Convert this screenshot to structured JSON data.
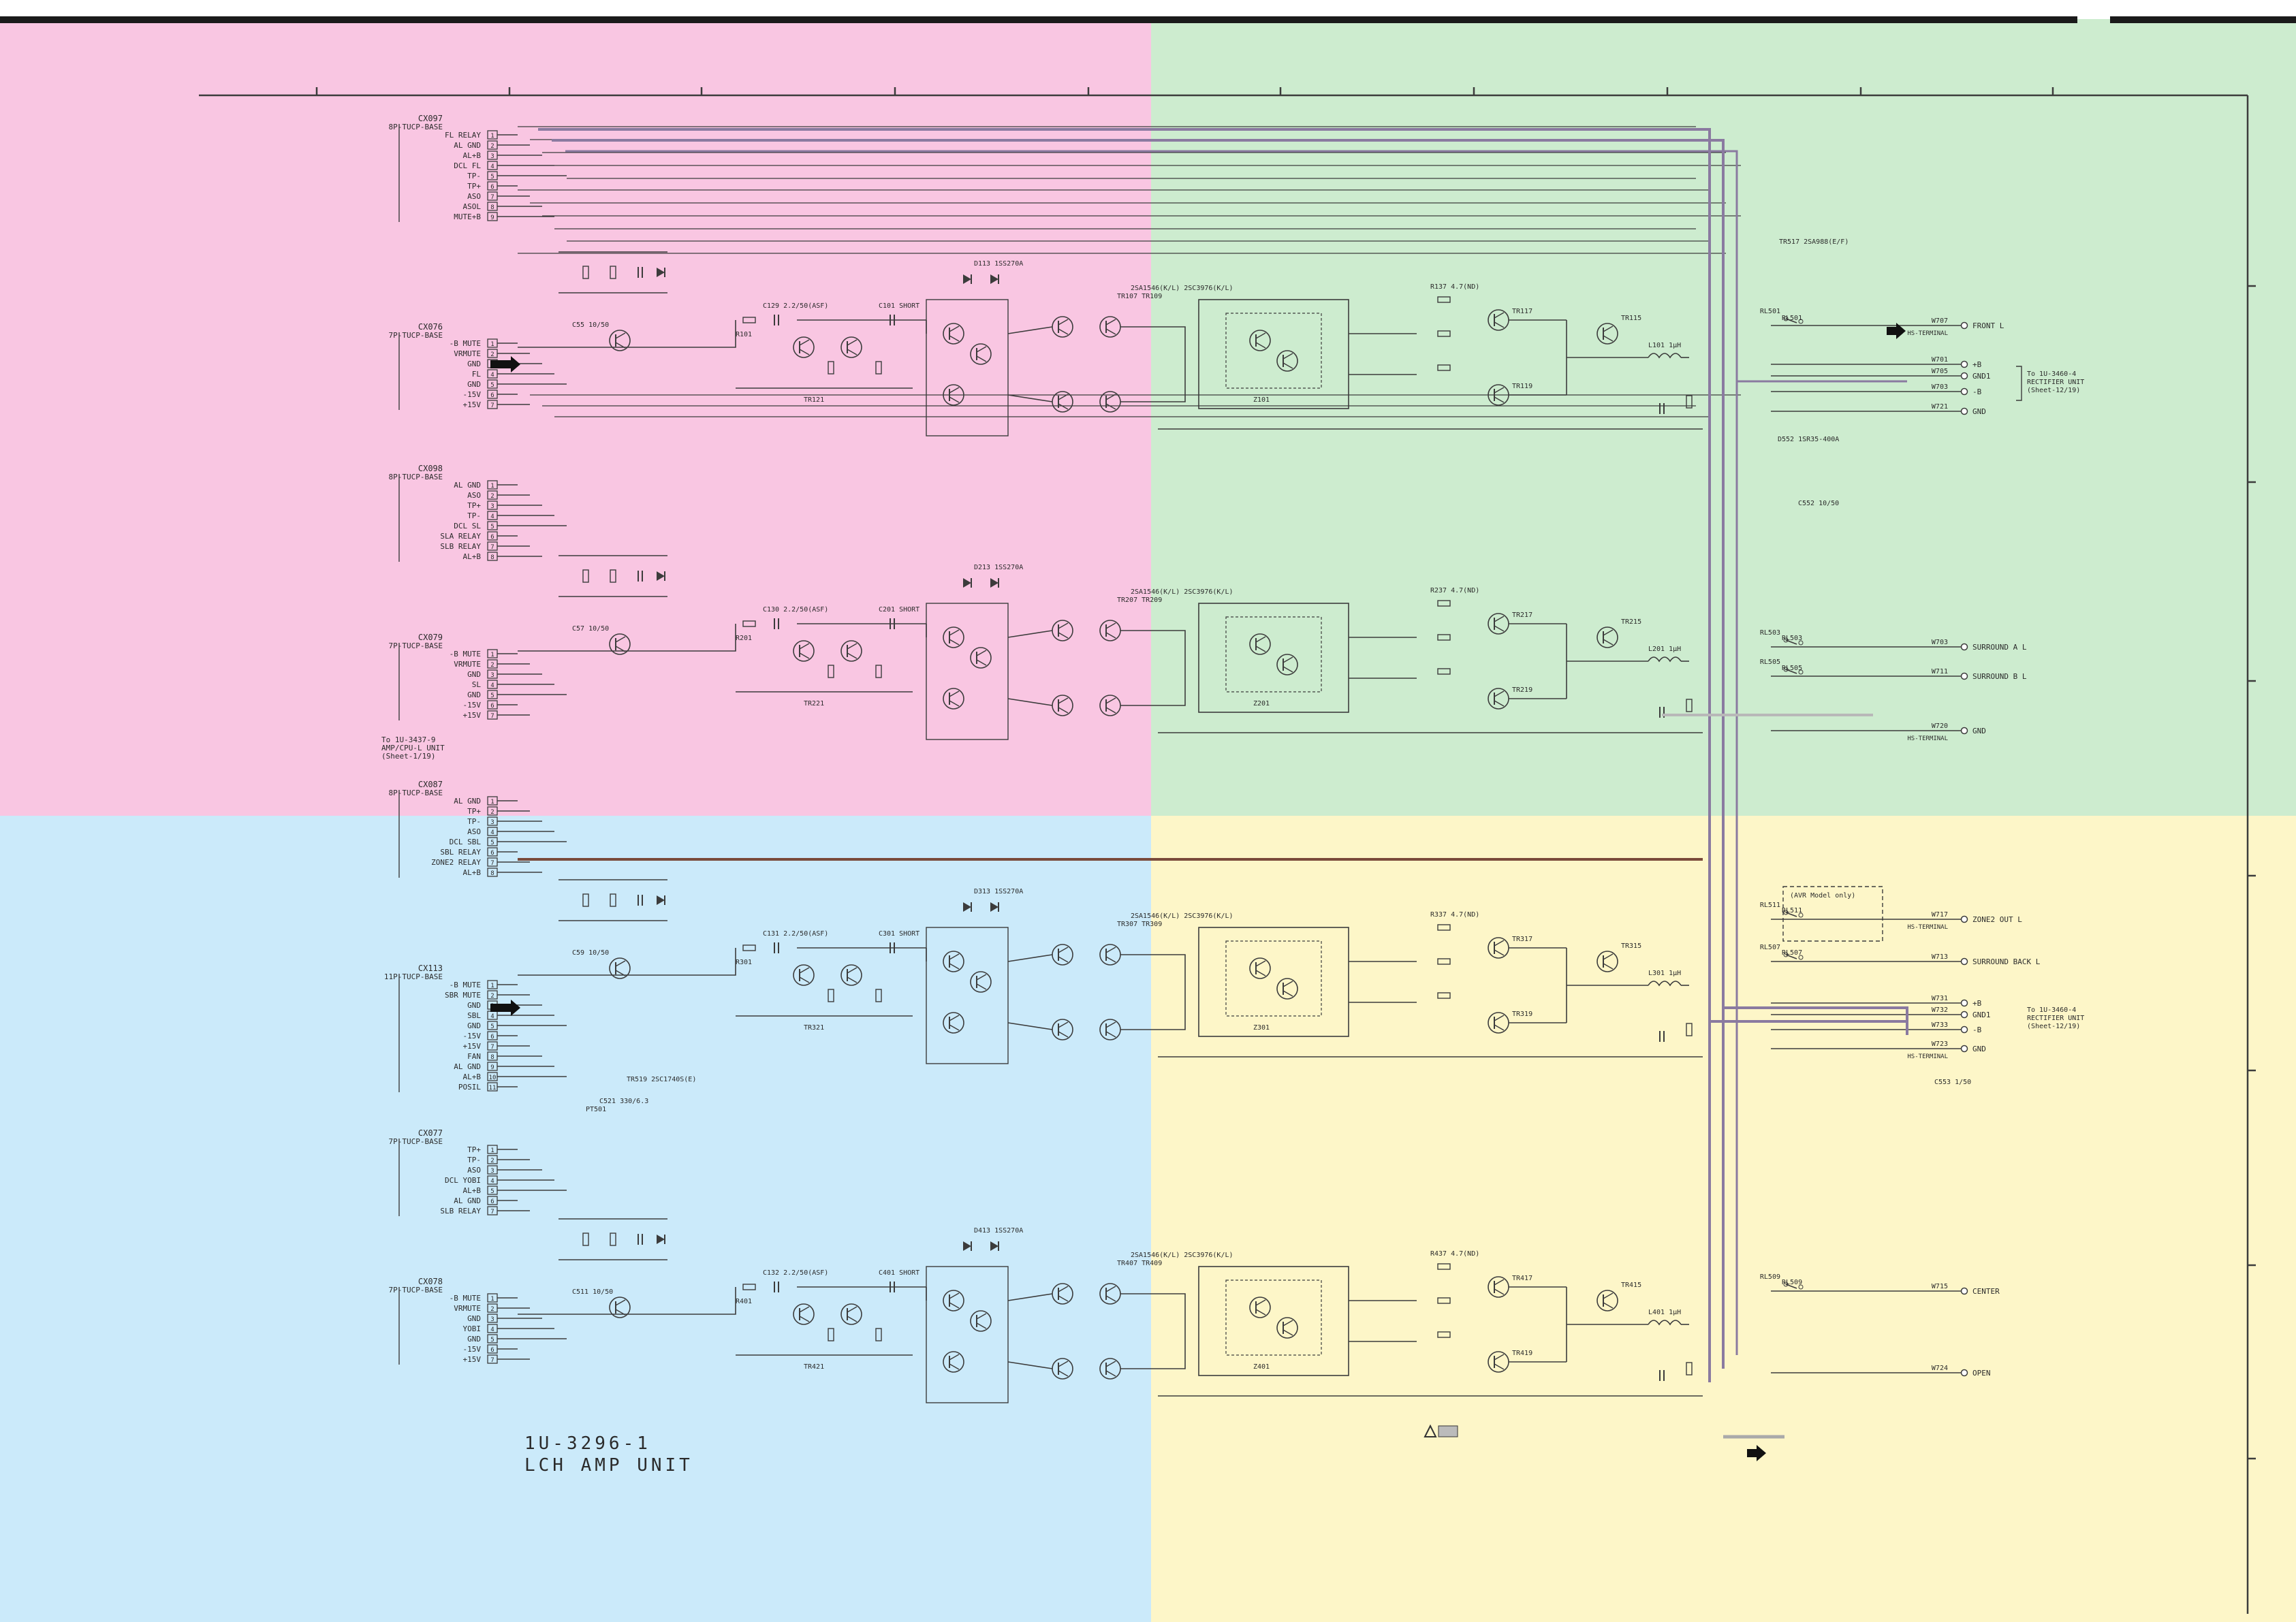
{
  "board": {
    "part_number": "1U-3296-1",
    "unit_name": "LCH AMP UNIT"
  },
  "colors": {
    "zone_pink": "#f9c6e2",
    "zone_green": "#cdeccf",
    "zone_blue": "#cbeafa",
    "zone_yellow": "#fdf6c8",
    "trace": "#3c3c3c",
    "bus_highlight": "#8a7aa0",
    "bus_brown": "#7a4a3a"
  },
  "left_ref": [
    "To 1U-3437-9",
    "AMP/CPU-L UNIT",
    "(Sheet-1/19)"
  ],
  "connectors": [
    {
      "ref": "CX097",
      "type": "8P-TUCP-BASE",
      "pins": [
        "FL RELAY",
        "AL GND",
        "AL+B",
        "DCL FL",
        "TP-",
        "TP+",
        "ASO",
        "ASOL",
        "MUTE+B"
      ]
    },
    {
      "ref": "CX076",
      "type": "7P-TUCP-BASE",
      "pins": [
        "-B MUTE",
        "VRMUTE",
        "GND",
        "FL",
        "GND",
        "-15V",
        "+15V"
      ]
    },
    {
      "ref": "CX098",
      "type": "8P-TUCP-BASE",
      "pins": [
        "AL GND",
        "ASO",
        "TP+",
        "TP-",
        "DCL SL",
        "SLA RELAY",
        "SLB RELAY",
        "AL+B"
      ]
    },
    {
      "ref": "CX079",
      "type": "7P-TUCP-BASE",
      "pins": [
        "-B MUTE",
        "VRMUTE",
        "GND",
        "SL",
        "GND",
        "-15V",
        "+15V"
      ]
    },
    {
      "ref": "CX087",
      "type": "8P-TUCP-BASE",
      "pins": [
        "AL GND",
        "TP+",
        "TP-",
        "ASO",
        "DCL SBL",
        "SBL RELAY",
        "ZONE2 RELAY",
        "AL+B"
      ]
    },
    {
      "ref": "CX113",
      "type": "11P-TUCP-BASE",
      "pins": [
        "-B MUTE",
        "SBR MUTE",
        "GND",
        "SBL",
        "GND",
        "-15V",
        "+15V",
        "FAN",
        "AL GND",
        "AL+B",
        "POSIL"
      ]
    },
    {
      "ref": "CX077",
      "type": "7P-TUCP-BASE",
      "pins": [
        "TP+",
        "TP-",
        "ASO",
        "DCL YOBI",
        "AL+B",
        "AL GND",
        "SLB RELAY"
      ]
    },
    {
      "ref": "CX078",
      "type": "7P-TUCP-BASE",
      "pins": [
        "-B MUTE",
        "VRMUTE",
        "GND",
        "YOBI",
        "GND",
        "-15V",
        "+15V"
      ]
    }
  ],
  "outputs": [
    {
      "ref": "W707",
      "label": "FRONT L",
      "sub": "HS-TERMINAL"
    },
    {
      "ref": "W703",
      "label": "SURROUND A L",
      "sub": ""
    },
    {
      "ref": "W711",
      "label": "SURROUND B L",
      "sub": ""
    },
    {
      "ref": "W720",
      "label": "GND",
      "sub": "HS-TERMINAL"
    },
    {
      "ref": "W717",
      "label": "ZONE2 OUT L",
      "sub": "HS-TERMINAL"
    },
    {
      "ref": "W713",
      "label": "SURROUND BACK L",
      "sub": ""
    },
    {
      "ref": "W723",
      "label": "GND",
      "sub": "HS-TERMINAL"
    },
    {
      "ref": "W715",
      "label": "CENTER",
      "sub": ""
    },
    {
      "ref": "W724",
      "label": "OPEN",
      "sub": ""
    }
  ],
  "rect_ref_1": {
    "pins": [
      {
        "ref": "W701",
        "label": "+B"
      },
      {
        "ref": "W705",
        "label": "GND1"
      },
      {
        "ref": "W703",
        "label": "-B"
      },
      {
        "ref": "W721",
        "label": "GND"
      }
    ],
    "note": [
      "To 1U-3460-4",
      "RECTIFIER UNIT",
      "(Sheet-12/19)"
    ]
  },
  "rect_ref_2": {
    "pins": [
      {
        "ref": "W731",
        "label": "+B"
      },
      {
        "ref": "W732",
        "label": "GND1"
      },
      {
        "ref": "W733",
        "label": "-B"
      }
    ],
    "note": [
      "To 1U-3460-4",
      "RECTIFIER UNIT",
      "(Sheet-12/19)"
    ]
  },
  "avr_note": "(AVR Model only)",
  "channels": [
    {
      "prefix": "1",
      "input_tr": "TR121",
      "drivers": [
        "TR107",
        "TR109"
      ],
      "q_out": [
        "TR117",
        "TR119"
      ],
      "ic": "Z101",
      "out_tr": "TR115",
      "cap_in": "C129",
      "cap_fb": "C101"
    },
    {
      "prefix": "2",
      "input_tr": "TR221",
      "drivers": [
        "TR207",
        "TR209"
      ],
      "q_out": [
        "TR217",
        "TR219"
      ],
      "ic": "Z201",
      "out_tr": "TR215",
      "cap_in": "C130",
      "cap_fb": "C201"
    },
    {
      "prefix": "3",
      "input_tr": "TR321",
      "drivers": [
        "TR307",
        "TR309"
      ],
      "q_out": [
        "TR317",
        "TR319"
      ],
      "ic": "Z301",
      "out_tr": "TR315",
      "cap_in": "C131",
      "cap_fb": "C301"
    },
    {
      "prefix": "4",
      "input_tr": "TR421",
      "drivers": [
        "TR407",
        "TR409"
      ],
      "q_out": [
        "TR417",
        "TR419"
      ],
      "ic": "Z401",
      "out_tr": "TR415",
      "cap_in": "C132",
      "cap_fb": "C401"
    }
  ],
  "misc_parts": [
    "TR517 2SA988(E/F)",
    "RL501",
    "RL503",
    "RL505",
    "RL507",
    "RL509",
    "RL511",
    "D552 1SR35-400A",
    "C552 10/50",
    "C553 1/50",
    "PT501",
    "TR519 2SC1740S(E)",
    "C521 330/6.3"
  ],
  "tick_labels": []
}
